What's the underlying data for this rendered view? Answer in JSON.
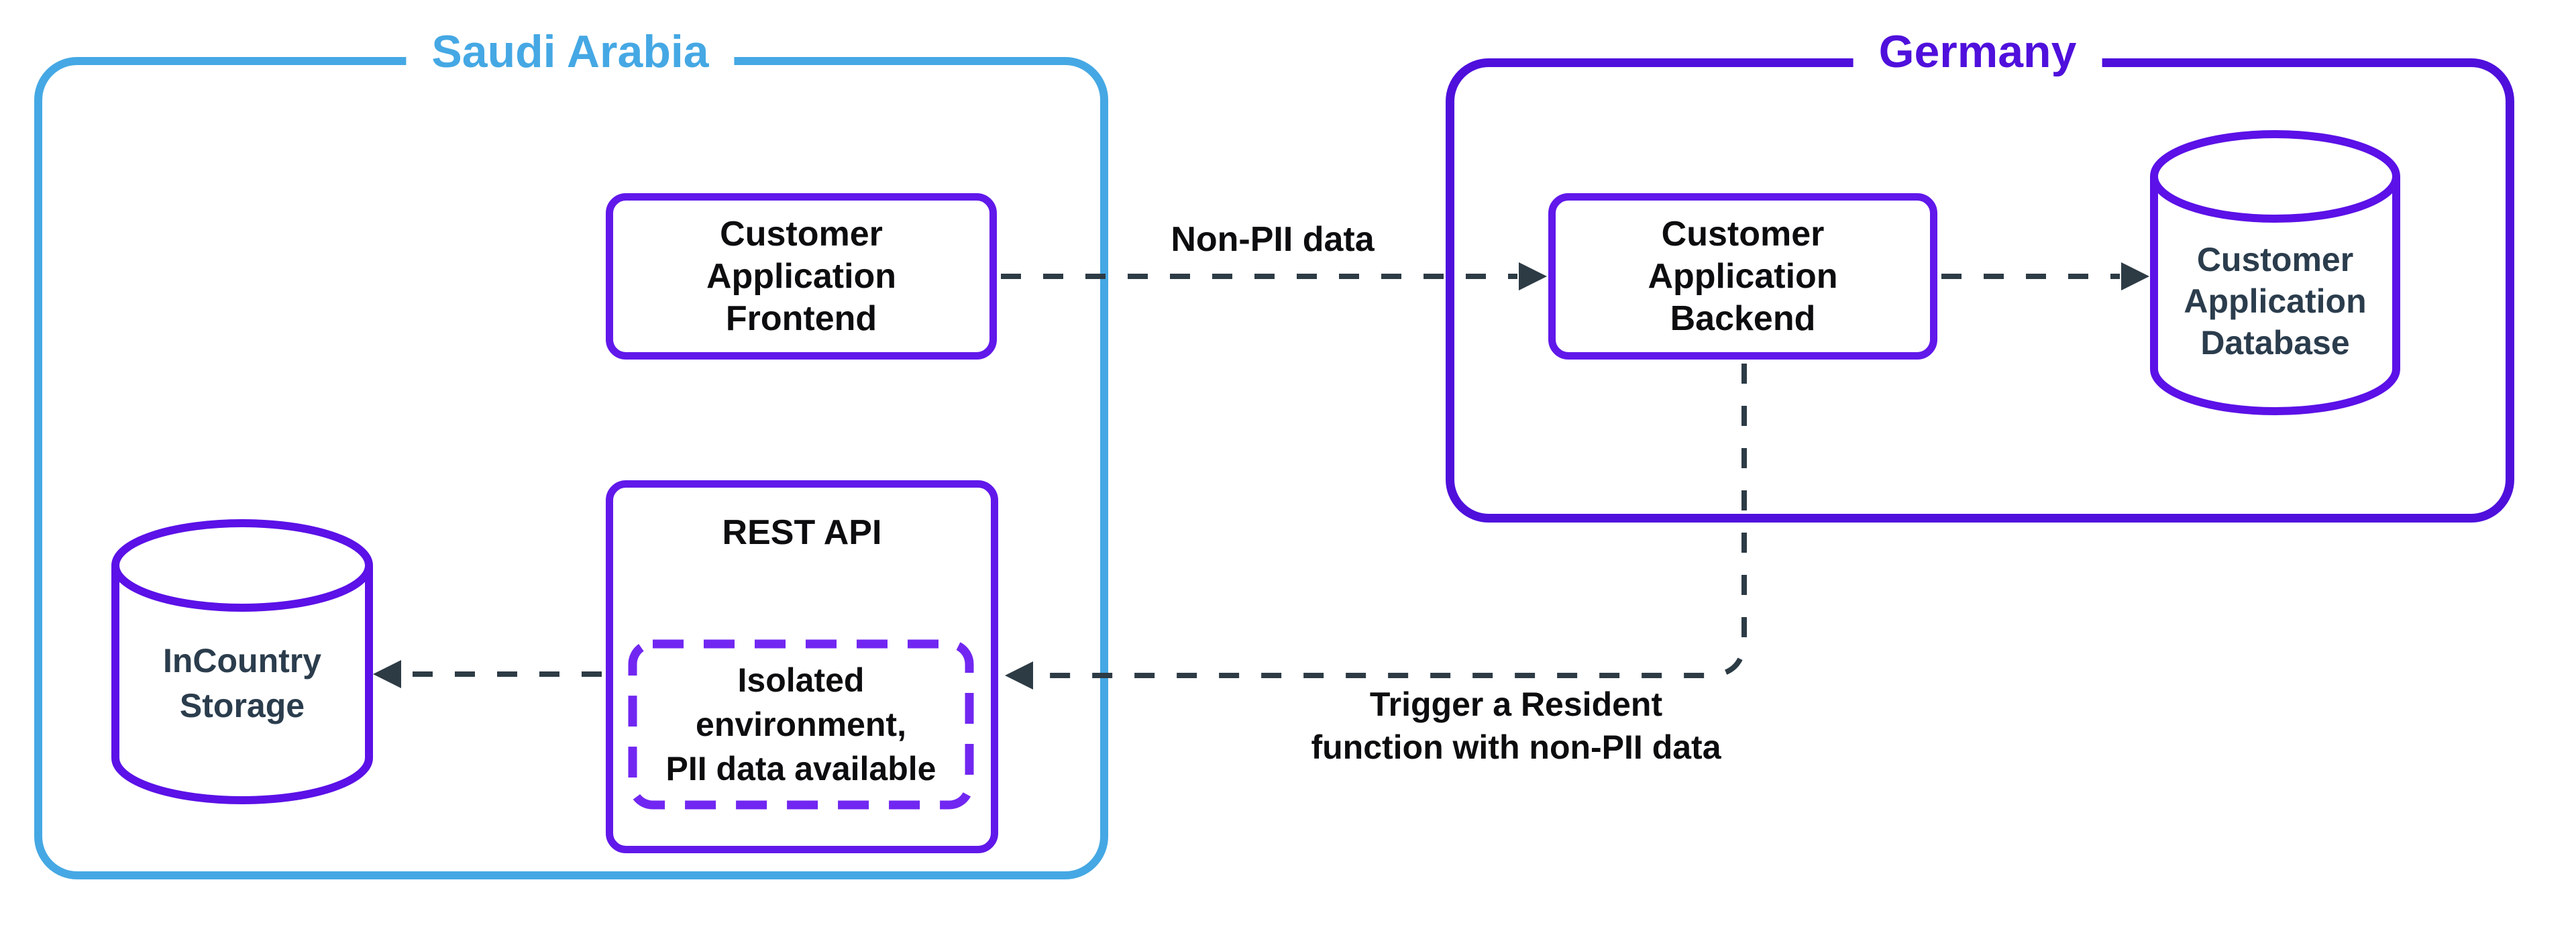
{
  "colors": {
    "saudi_blue": "#45A8E4",
    "germany_purple": "#4F10DC",
    "box_purple": "#6118EA",
    "cylinder_purple": "#5B11E7",
    "isolated_purple": "#7127F1",
    "arrow_slate": "#2D3B45",
    "text_black": "#0D0D0F",
    "cylinder_text": "#2B3D4D",
    "background": "#FFFFFF"
  },
  "regions": {
    "saudi": {
      "label": "Saudi Arabia"
    },
    "germany": {
      "label": "Germany"
    }
  },
  "nodes": {
    "frontend": {
      "lines": [
        "Customer",
        "Application",
        "Frontend"
      ]
    },
    "backend": {
      "lines": [
        "Customer",
        "Application",
        "Backend"
      ]
    },
    "database": {
      "lines": [
        "Customer",
        "Application",
        "Database"
      ]
    },
    "rest_api": {
      "title": "REST API"
    },
    "isolated": {
      "lines": [
        "Isolated",
        "environment,",
        "PII data available"
      ]
    },
    "incountry": {
      "lines": [
        "InCountry",
        "Storage"
      ]
    }
  },
  "edges": {
    "nonpii": {
      "label": "Non-PII data"
    },
    "trigger": {
      "lines": [
        "Trigger a Resident",
        "function with non-PII data"
      ]
    }
  }
}
